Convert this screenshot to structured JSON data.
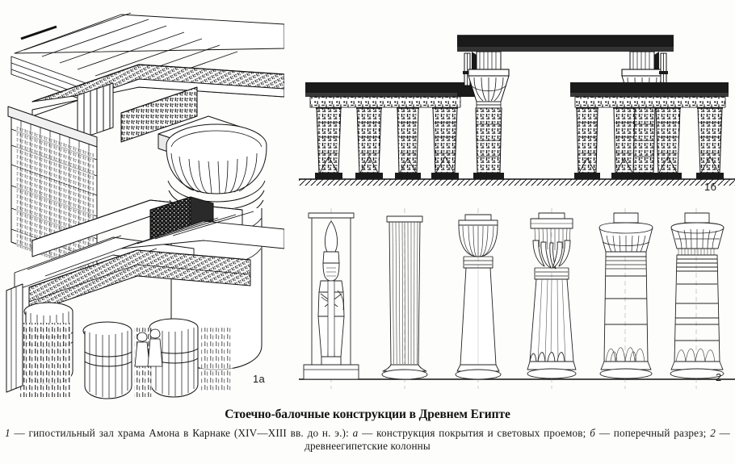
{
  "figure": {
    "title": "Стоечно-балочные конструкции в Древнем Египте",
    "caption_part1_marker": "1",
    "caption_part1": " — гипостильный зал храма Амона в Карнаке (XIV—XIII вв. до н. э.): ",
    "caption_a_marker": "а",
    "caption_a": " — конструкция покрытия и световых проемов; ",
    "caption_b_marker": "б",
    "caption_b": " — поперечный разрез; ",
    "caption_part2_marker": "2",
    "caption_part2": " — древнеегипетские колонны",
    "labels": {
      "axonometric": "1а",
      "section": "1б",
      "columns": "2"
    }
  },
  "panels": {
    "axonometric": {
      "name": "Гипостильный зал храма Амона в Карнаке — аксонометрия",
      "elements": [
        "roof-slabs",
        "clerestory-grille-window",
        "architrave-beams",
        "papyrus-capital-column",
        "relief-carved-walls",
        "human-figures-for-scale"
      ]
    },
    "section": {
      "name": "Поперечный разрез гипостильного зала",
      "bays": [
        {
          "id": "left-aisle",
          "columns": 4,
          "height": "low",
          "roof": "low-roof-slab"
        },
        {
          "id": "clerestory-left",
          "columns": 1,
          "height": "tall",
          "roof": "clerestory-grille"
        },
        {
          "id": "nave",
          "columns": 2,
          "height": "tallest",
          "roof": "high-roof-slab"
        },
        {
          "id": "clerestory-right",
          "columns": 1,
          "height": "tall",
          "roof": "clerestory-grille"
        },
        {
          "id": "right-aisle",
          "columns": 4,
          "height": "low",
          "roof": "low-roof-slab"
        }
      ],
      "ground": "hatched-ground-line"
    },
    "columns": {
      "name": "Древнеегипетские колонны",
      "items": [
        {
          "index": 1,
          "type": "osiris-pillar",
          "capital": "none",
          "shaft": "square-pier-with-osiride-statue",
          "base": "rectangular-plinth"
        },
        {
          "index": 2,
          "type": "proto-doric-fluted",
          "capital": "plain-abacus",
          "shaft": "fluted-tapering",
          "base": "round-disc"
        },
        {
          "index": 3,
          "type": "papyrus-bud-closed",
          "capital": "closed-bud",
          "shaft": "smooth-tapering",
          "base": "round-disc"
        },
        {
          "index": 4,
          "type": "lotus-bud-bundle",
          "capital": "closed-lotus-bud",
          "shaft": "bundled-stems",
          "base": "round-disc"
        },
        {
          "index": 5,
          "type": "papyrus-open-campaniform",
          "capital": "open-bell",
          "shaft": "banded-cylindrical",
          "base": "round-disc"
        },
        {
          "index": 6,
          "type": "composite-palm-papyrus",
          "capital": "open-bell-with-leaves",
          "shaft": "banded-cylindrical",
          "base": "round-disc"
        }
      ]
    }
  },
  "colors": {
    "ink": "#111111",
    "paper": "#fdfdfc",
    "fill_dark": "#1a1a1a",
    "fill_mid": "#555555"
  }
}
